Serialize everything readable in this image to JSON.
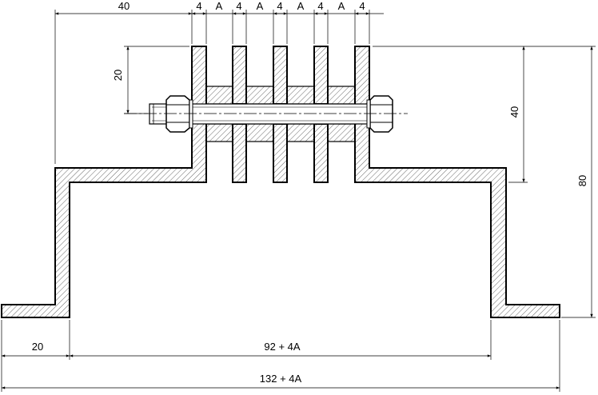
{
  "dimensions": {
    "top_width": "40",
    "fin_width_1": "4",
    "gap_1": "A",
    "fin_width_2": "4",
    "gap_2": "A",
    "fin_width_3": "4",
    "gap_3": "A",
    "fin_width_4": "4",
    "gap_4": "A",
    "fin_width_5": "4",
    "fin_height": "20",
    "inner_height": "40",
    "total_height": "80",
    "flange_width": "20",
    "inner_span": "92 + 4A",
    "overall_width": "132 + 4A"
  }
}
